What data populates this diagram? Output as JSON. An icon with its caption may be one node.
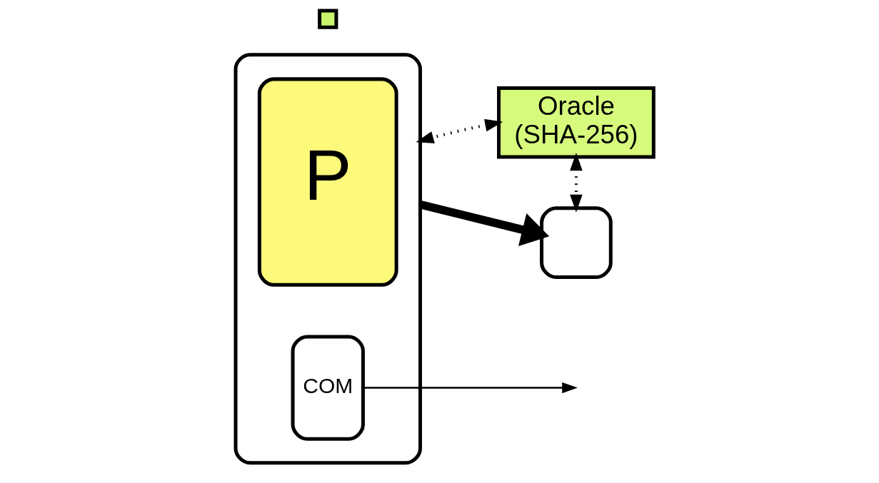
{
  "diagram": {
    "nodes": [
      {
        "text": [],
        "shape": "box"
      },
      {
        "text": [
          "P"
        ],
        "in": 0
      },
      {
        "text": [
          "COM"
        ],
        "in": 0
      },
      {
        "text": [],
        "shape": "box"
      },
      {
        "text": [
          "Oracle",
          "(SHA-256)"
        ]
      },
      {
        "text": [],
        "shape": "box"
      }
    ],
    "edges": [
      {
        "from": 2,
        "to": null,
        "arrow": "to"
      },
      {
        "from": 4,
        "to": 0,
        "arrow": "both",
        "style": "dashed"
      },
      {
        "from": 4,
        "to": 5,
        "arrow": "both",
        "style": "dashed"
      },
      {
        "from": 0,
        "to": 5,
        "arrow": "to",
        "style": "thick"
      }
    ]
  }
}
